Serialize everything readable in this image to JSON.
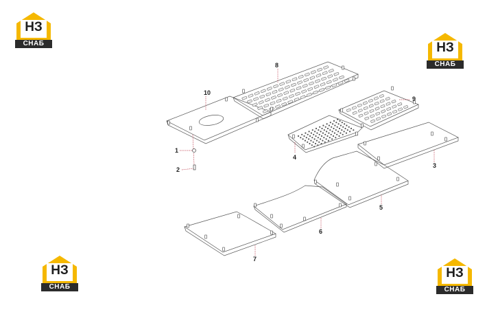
{
  "brand": {
    "mark": "НЗ",
    "name": "СНАБ",
    "colors": {
      "yellow": "#f5b800",
      "dark": "#2b2b2b",
      "callout": "#c04050",
      "line": "#555555"
    }
  },
  "callouts": {
    "c1": "1",
    "c2": "2",
    "c3": "3",
    "c4": "4",
    "c5": "5",
    "c6": "6",
    "c7": "7",
    "c8": "8",
    "c9": "9",
    "c10": "10"
  }
}
